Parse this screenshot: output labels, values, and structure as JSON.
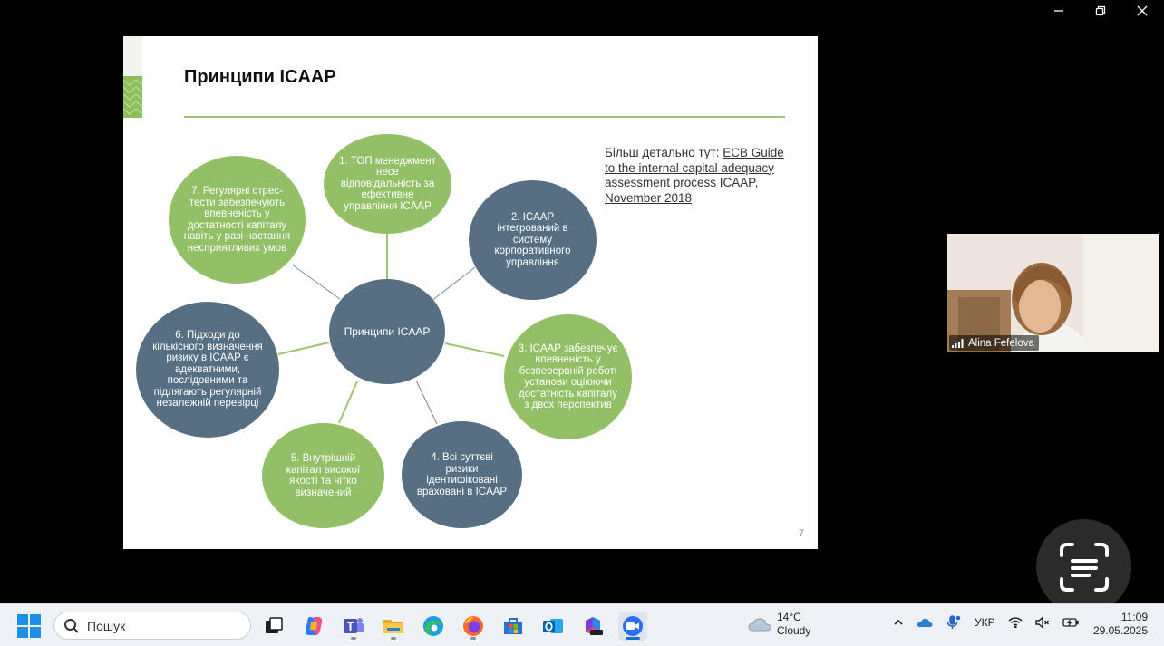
{
  "slide": {
    "title": "Принципи ICAAP",
    "page_number": "7",
    "reference_prefix": "Більш детально тут: ",
    "reference_link": "ECB Guide to the internal  capital adequacy assessment process ICAAP, November 2018",
    "center_node": "Принципи ICAAP",
    "nodes": [
      "1. ТОП менеджмент несе відповідальність за ефективне управління ICAAP",
      "2. ICAAP інтегрований в систему корпоративного управління",
      "3. ICAAP забезпечує впевненість у безперервній роботі установи оціюючи достатність капіталу з двох перспектив",
      "4. Всі суттєві ризики ідентифіковані враховані в ICAAP",
      "5. Внутрішній капітал високої якості та чітко визначений",
      "6. Підходи до кількісного визначення ризику в ICAAP є адекватними, послідовними та підлягають регулярній незалежній перевірці",
      "7. Регулярні стрес-тести забезпечують впевненість у достатності капіталу навіть у разі настання несприятливих умов"
    ],
    "colors": {
      "green": "#93c066",
      "blue": "#566f83",
      "accent_rule": "#9dc46f"
    }
  },
  "webcam": {
    "participant_name": "Alina Fefelova"
  },
  "taskbar": {
    "search_placeholder": "Пошук",
    "apps": [
      "task-view",
      "copilot",
      "teams",
      "file-explorer",
      "edge",
      "firefox",
      "microsoft-store",
      "outlook",
      "microsoft-365",
      "zoom"
    ],
    "weather": {
      "temperature": "14°C",
      "condition": "Cloudy"
    },
    "language": "УКР",
    "time": "11:09",
    "date": "29.05.2025"
  }
}
